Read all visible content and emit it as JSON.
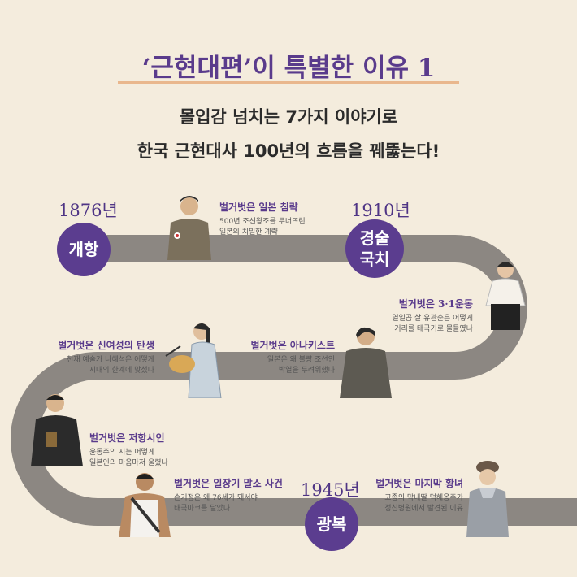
{
  "title": "‘근현대편’이 특별한 이유 1",
  "subtitle": [
    "몰입감 넘치는 7가지 이야기로",
    "한국 근현대사 100년의 흐름을 꿰뚫는다!"
  ],
  "milestones": [
    {
      "year": "1876년",
      "label": "개항"
    },
    {
      "year": "1910년",
      "label": "경술\n국치"
    },
    {
      "year": "1945년",
      "label": "광복"
    }
  ],
  "stories": [
    {
      "title": "벌거벗은 일본 침략",
      "lines": [
        "500년 조선왕조를 무너뜨린",
        "일본의 치밀한 계략"
      ]
    },
    {
      "title": "벌거벗은 3·1운동",
      "lines": [
        "열일곱 살 유관순은 어떻게",
        "거리를 태극기로 물들였나"
      ]
    },
    {
      "title": "벌거벗은 신여성의 탄생",
      "lines": [
        "천재 예술가 나혜석은 어떻게",
        "시대의 한계에 맞섰나"
      ]
    },
    {
      "title": "벌거벗은 아나키스트",
      "lines": [
        "일본은 왜 불량 조선인",
        "박열을 두려워했나"
      ]
    },
    {
      "title": "벌거벗은 저항시인",
      "lines": [
        "윤동주의 시는 어떻게",
        "일본인의 마음마저 울렸나"
      ]
    },
    {
      "title": "벌거벗은 일장기 말소 사건",
      "lines": [
        "손기정은 왜 76세가 돼서야",
        "태극마크를 달았나"
      ]
    },
    {
      "title": "벌거벗은 마지막 황녀",
      "lines": [
        "고종의 막내딸 덕혜옹주가",
        "정신병원에서 발견된 이유"
      ]
    }
  ],
  "colors": {
    "accent": "#5b3d8f",
    "road": "#8c8782",
    "background": "#f4ecdd"
  }
}
